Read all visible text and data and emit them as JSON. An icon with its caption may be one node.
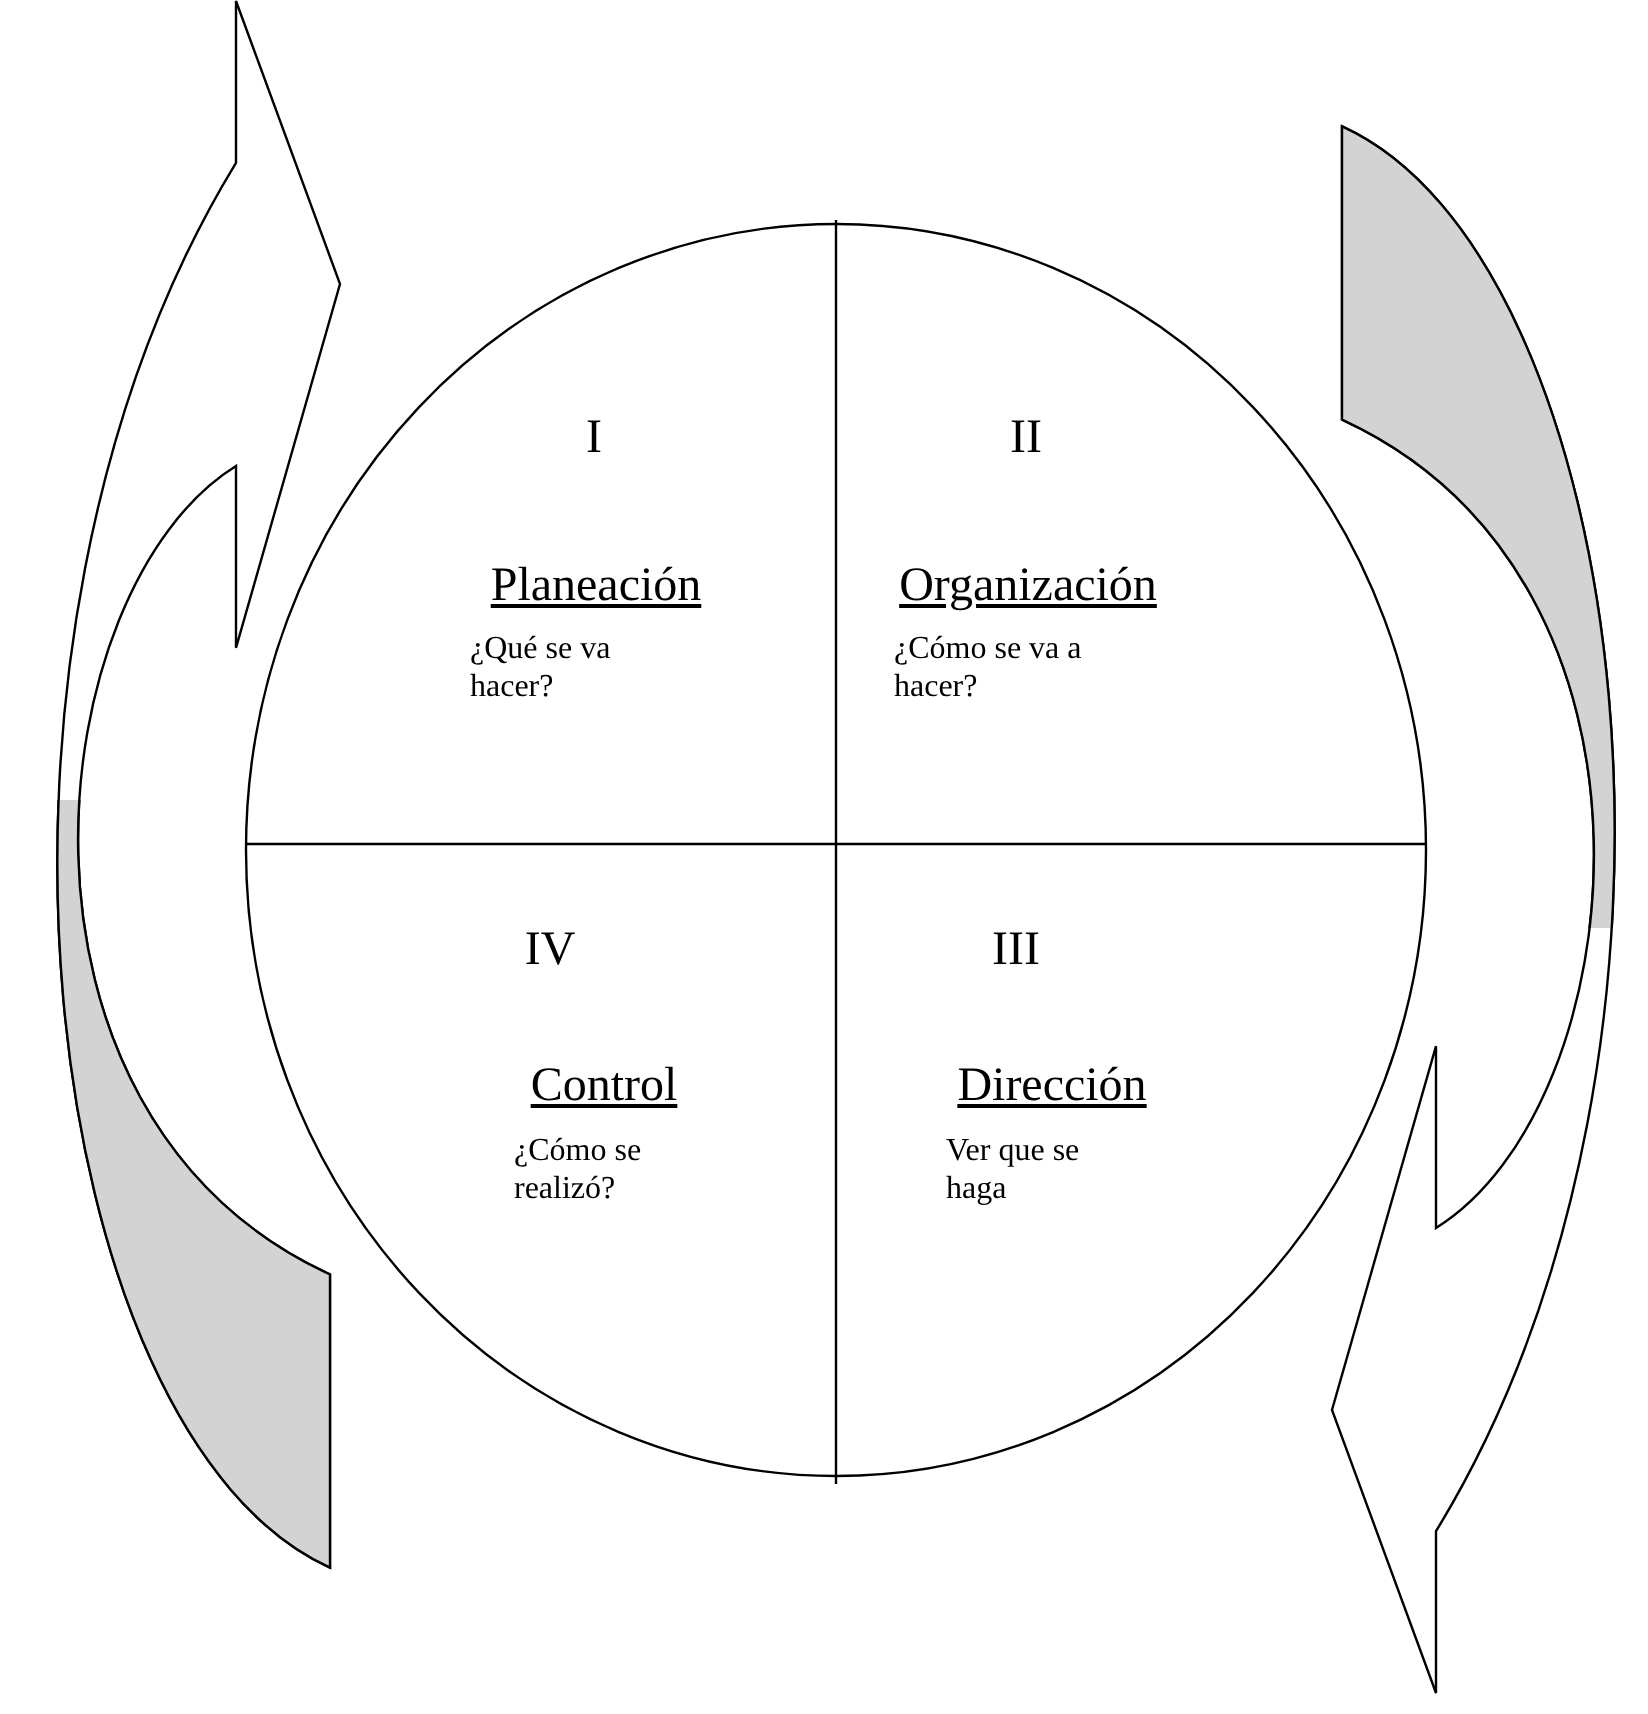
{
  "diagram": {
    "nodes": [
      {
        "text": [
          "I",
          "Planeación",
          "¿Qué se va hacer?"
        ]
      },
      {
        "text": [
          "II",
          "Organización",
          "¿Cómo se va a hacer?"
        ]
      },
      {
        "text": [
          "III",
          "Dirección",
          "Ver que se haga"
        ]
      },
      {
        "text": [
          "IV",
          "Control",
          "¿Cómo se realizó?"
        ]
      }
    ],
    "edges": [
      {
        "from": 3,
        "to": 0,
        "arrow": "to"
      },
      {
        "from": 1,
        "to": 2,
        "arrow": "to"
      }
    ]
  }
}
